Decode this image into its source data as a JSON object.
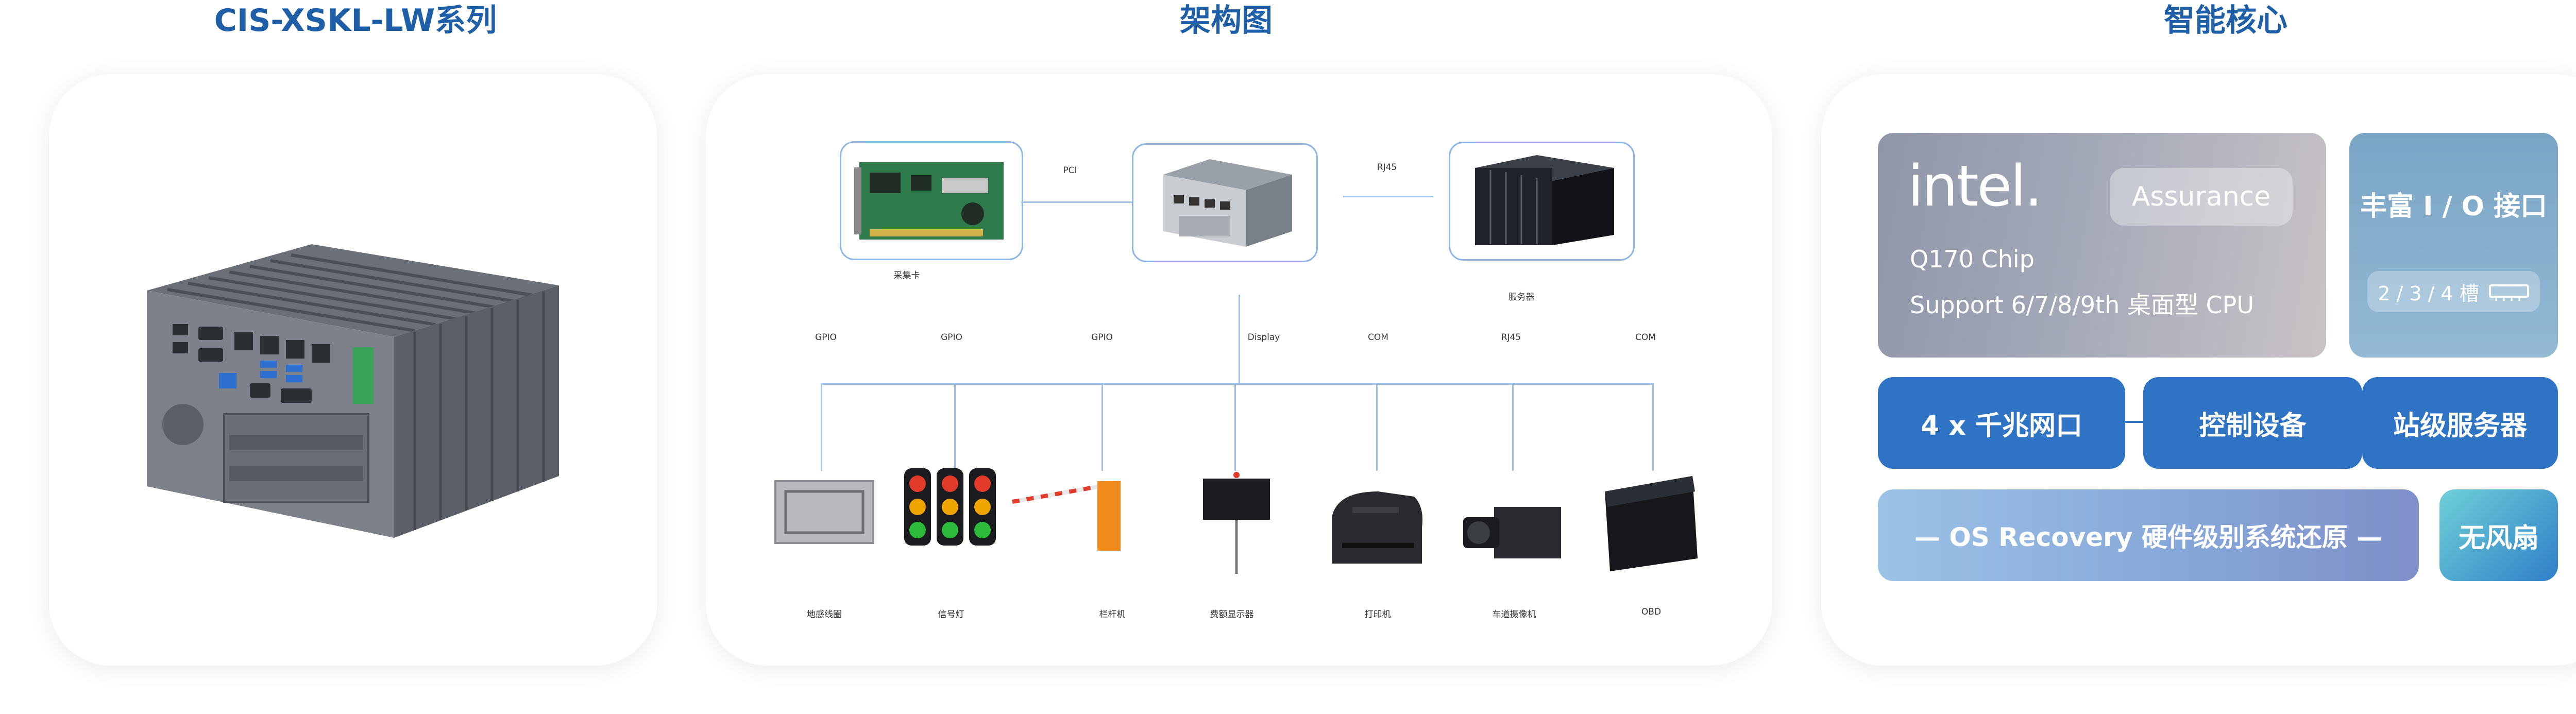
{
  "titles": {
    "product": "CIS-XSKL-LW系列",
    "architecture": "架构图",
    "core": "智能核心"
  },
  "diagram": {
    "top_links": {
      "left": "PCI",
      "right": "RJ45"
    },
    "top_nodes": {
      "card": "采集卡",
      "server": "服务器"
    },
    "interfaces": [
      "GPIO",
      "GPIO",
      "GPIO",
      "Display",
      "COM",
      "RJ45",
      "COM"
    ],
    "devices": [
      "地感线圈",
      "信号灯",
      "栏杆机",
      "费额显示器",
      "打印机",
      "车道摄像机",
      "OBD"
    ]
  },
  "core": {
    "intel_logo": "intel.",
    "assurance": "Assurance",
    "chip": "Q170 Chip",
    "cpu": "Support 6/7/8/9th 桌面型 CPU",
    "io_title": "丰富 I / O 接口",
    "slots": "2 / 3 / 4 槽",
    "lan": "4 x 千兆网口",
    "control": "控制设备",
    "server": "站级服务器",
    "recovery": "— OS Recovery 硬件级别系统还原 —",
    "fanless": "无风扇"
  }
}
